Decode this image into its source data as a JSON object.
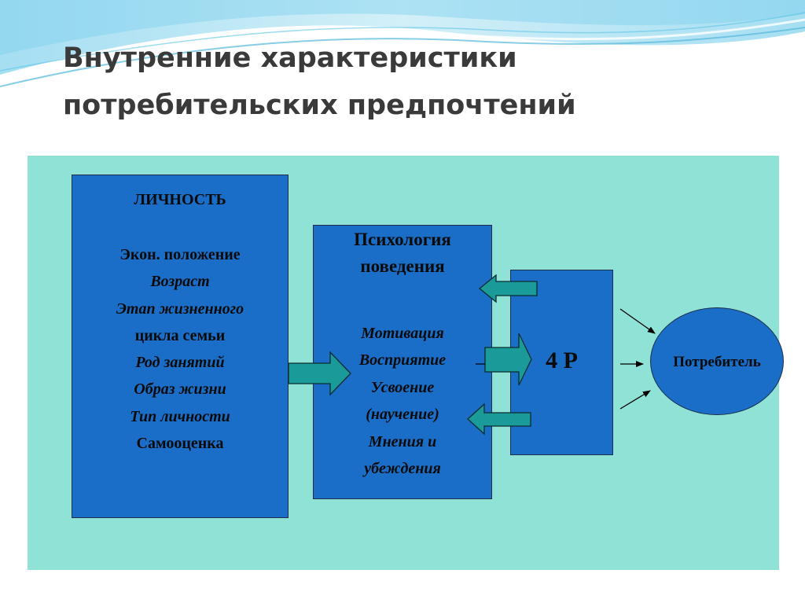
{
  "slide": {
    "title_lines": [
      "Внутренние характеристики",
      "потребительских предпочтений"
    ]
  },
  "personality_box": {
    "heading": "ЛИЧНОСТЬ",
    "items": [
      "Экон. положение",
      "Возраст",
      "Этап жизненного",
      "цикла семьи",
      "Род занятий",
      "Образ жизни",
      "Тип личности",
      "Самооценка"
    ]
  },
  "psychology_box": {
    "heading_lines": [
      "Психология",
      "поведения"
    ],
    "items": [
      "Мотивация",
      "Восприятие",
      "Усвоение",
      "(научение)",
      "Мнения и",
      "убеждения"
    ]
  },
  "four_p_box": {
    "label": "4 P"
  },
  "consumer": {
    "label": "Потребитель"
  },
  "colors": {
    "panel": "#8ee2d6",
    "box_fill": "#1a6ec8",
    "box_border": "#1c2e48",
    "arrow_fill": "#1a9a98",
    "title": "#3a3a3a"
  }
}
